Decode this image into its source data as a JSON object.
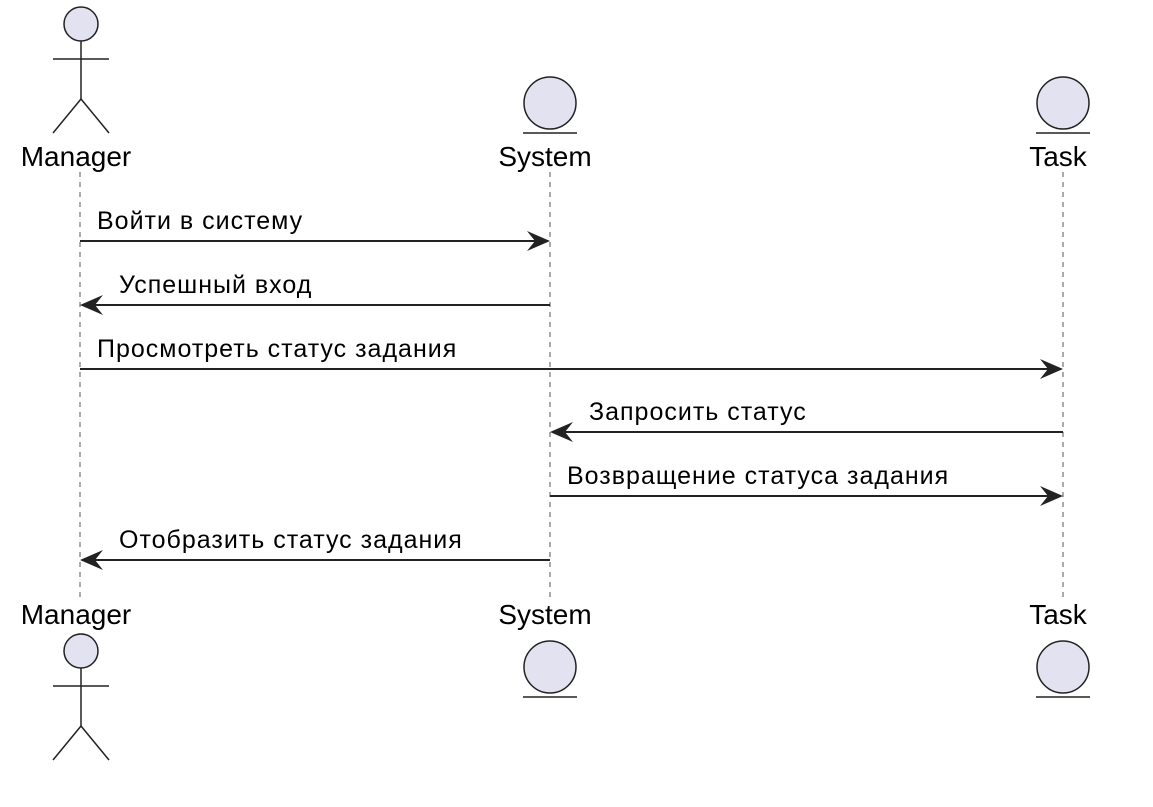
{
  "participants": [
    {
      "id": "manager",
      "name": "Manager",
      "kind": "actor"
    },
    {
      "id": "system",
      "name": "System",
      "kind": "entity"
    },
    {
      "id": "task",
      "name": "Task",
      "kind": "entity"
    }
  ],
  "messages": [
    {
      "from": "manager",
      "to": "system",
      "label": "Войти в систему"
    },
    {
      "from": "system",
      "to": "manager",
      "label": "Успешный вход"
    },
    {
      "from": "manager",
      "to": "task",
      "label": "Просмотреть статус задания"
    },
    {
      "from": "task",
      "to": "system",
      "label": "Запросить статус"
    },
    {
      "from": "system",
      "to": "task",
      "label": "Возвращение статуса задания"
    },
    {
      "from": "system",
      "to": "manager",
      "label": "Отобразить статус задания"
    }
  ],
  "colors": {
    "participant_fill": "#e2e2f0",
    "line": "#222222"
  }
}
